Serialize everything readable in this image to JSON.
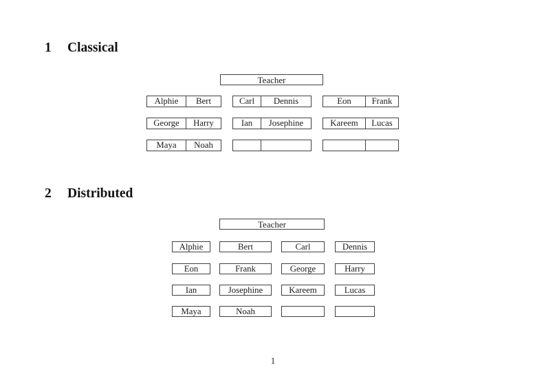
{
  "page_number": "1",
  "colors": {
    "background": "#ffffff",
    "border": "#404040",
    "text": "#1b1b1b"
  },
  "classical": {
    "heading": {
      "number": "1",
      "title": "Classical"
    },
    "teacher_label": "Teacher",
    "desks": [
      {
        "left": "Alphie",
        "right": "Bert"
      },
      {
        "left": "Carl",
        "right": "Dennis"
      },
      {
        "left": "Eon",
        "right": "Frank"
      },
      {
        "left": "George",
        "right": "Harry"
      },
      {
        "left": "Ian",
        "right": "Josephine"
      },
      {
        "left": "Kareem",
        "right": "Lucas"
      },
      {
        "left": "Maya",
        "right": "Noah"
      },
      {
        "left": "",
        "right": ""
      },
      {
        "left": "",
        "right": ""
      }
    ]
  },
  "distributed": {
    "heading": {
      "number": "2",
      "title": "Distributed"
    },
    "teacher_label": "Teacher",
    "seats": [
      "Alphie",
      "Bert",
      "Carl",
      "Dennis",
      "Eon",
      "Frank",
      "George",
      "Harry",
      "Ian",
      "Josephine",
      "Kareem",
      "Lucas",
      "Maya",
      "Noah",
      "",
      ""
    ]
  }
}
